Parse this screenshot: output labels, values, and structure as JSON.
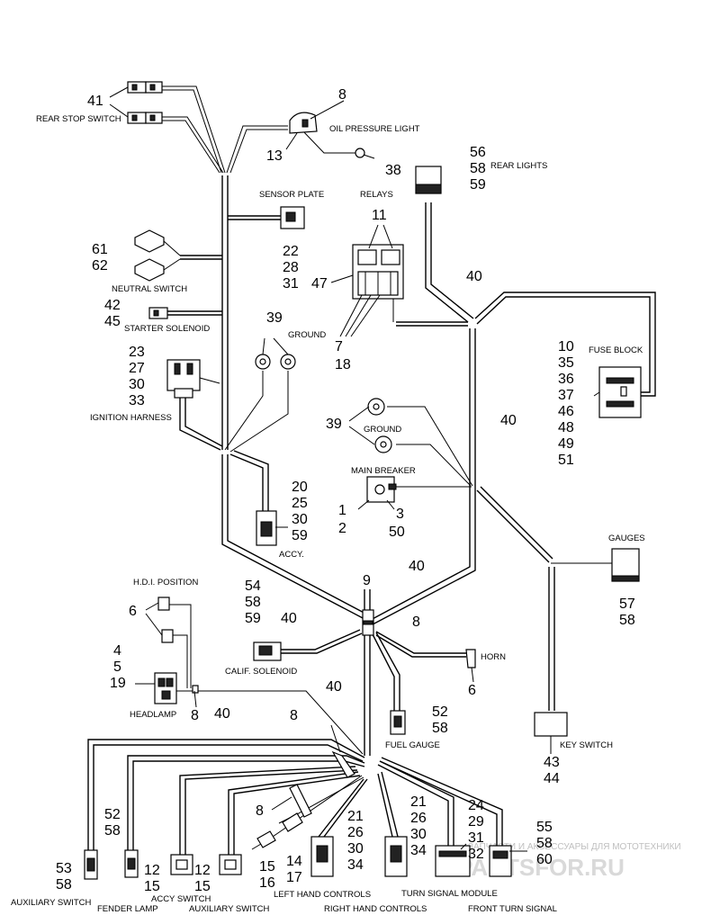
{
  "labels": {
    "rear_stop_switch": "REAR STOP SWITCH",
    "oil_pressure_light": "OIL PRESSURE LIGHT",
    "rear_lights": "REAR LIGHTS",
    "sensor_plate": "SENSOR PLATE",
    "relays": "RELAYS",
    "neutral_switch": "NEUTRAL SWITCH",
    "starter_solenoid": "STARTER SOLENOID",
    "ground_upper": "GROUND",
    "fuse_block": "FUSE BLOCK",
    "ignition_harness": "IGNITION HARNESS",
    "ground_lower": "GROUND",
    "main_breaker": "MAIN BREAKER",
    "accy": "ACCY.",
    "gauges": "GAUGES",
    "hdi_position": "H.D.I. POSITION",
    "calif_solenoid": "CALIF. SOLENOID",
    "horn": "HORN",
    "headlamp": "HEADLAMP",
    "fuel_gauge": "FUEL GAUGE",
    "key_switch": "KEY SWITCH",
    "auxiliary_switch_left": "AUXILIARY SWITCH",
    "fender_lamp": "FENDER LAMP",
    "accy_switch": "ACCY SWITCH",
    "auxiliary_switch_mid": "AUXILIARY SWITCH",
    "left_hand_controls": "LEFT HAND CONTROLS",
    "right_hand_controls": "RIGHT HAND CONTROLS",
    "turn_signal_module": "TURN SIGNAL MODULE",
    "front_turn_signal": "FRONT TURN SIGNAL"
  },
  "callouts": {
    "c41": "41",
    "c8a": "8",
    "c13": "13",
    "c38": "38",
    "c56": "56",
    "c58a": "58",
    "c59a": "59",
    "c11": "11",
    "c22": "22",
    "c28": "28",
    "c31a": "31",
    "c61": "61",
    "c62": "62",
    "c47": "47",
    "c40a": "40",
    "c42": "42",
    "c45": "45",
    "c39a": "39",
    "c7": "7",
    "c18": "18",
    "c10": "10",
    "c35": "35",
    "c36": "36",
    "c37": "37",
    "c46": "46",
    "c48": "48",
    "c49": "49",
    "c51": "51",
    "c23": "23",
    "c27": "27",
    "c30a": "30",
    "c33": "33",
    "c39b": "39",
    "c40b": "40",
    "c20": "20",
    "c25": "25",
    "c30b": "30",
    "c59b": "59",
    "c1": "1",
    "c2": "2",
    "c3": "3",
    "c50": "50",
    "c9": "9",
    "c40c": "40",
    "c54": "54",
    "c58b": "58",
    "c59c": "59",
    "c40d": "40",
    "c8b": "8",
    "c6a": "6",
    "c57": "57",
    "c58c": "58",
    "c4": "4",
    "c5": "5",
    "c19": "19",
    "c8c": "8",
    "c6b": "6",
    "c40e": "40",
    "c52a": "52",
    "c58d": "58",
    "c40f": "40",
    "c8d": "8",
    "c43": "43",
    "c44": "44",
    "c8e": "8",
    "c52b": "52",
    "c58e": "58",
    "c21a": "21",
    "c26a": "26",
    "c30c": "30",
    "c34a": "34",
    "c21b": "21",
    "c26b": "26",
    "c30d": "30",
    "c34b": "34",
    "c24": "24",
    "c29": "29",
    "c31b": "31",
    "c32": "32",
    "c55": "55",
    "c58f": "58",
    "c60": "60",
    "c14": "14",
    "c17": "17",
    "c15a": "15",
    "c16": "16",
    "c53": "53",
    "c58g": "58",
    "c12a": "12",
    "c15b": "15",
    "c12b": "12",
    "c15c": "15"
  },
  "watermark": {
    "main": "PARTSFOR.RU",
    "small": "ЗАПЧАСТИ И АКСЕССУАРЫ ДЛЯ МОТОТЕХНИКИ"
  },
  "colors": {
    "line": "#000000",
    "background": "#ffffff",
    "watermark": "#d9d9d9"
  }
}
